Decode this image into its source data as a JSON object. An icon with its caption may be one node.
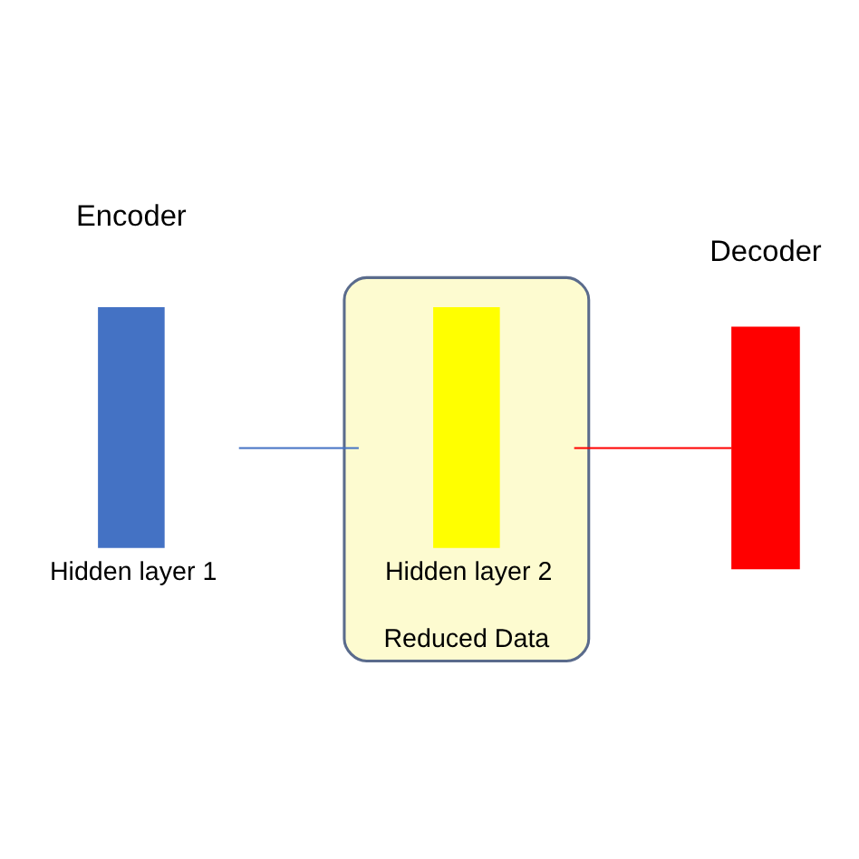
{
  "diagram": {
    "nodes": [
      {
        "text": [
          "Hidden layer 1"
        ]
      },
      {
        "text": [
          "Reduced Data"
        ]
      },
      {
        "text": [
          "Hidden layer 2"
        ],
        "in": 1
      },
      {
        "text": [],
        "shape": "bar"
      }
    ],
    "edges": [
      {
        "from": 0,
        "to": 2,
        "arrow": "none",
        "color": "#4472c4"
      },
      {
        "from": 2,
        "to": 3,
        "arrow": "none",
        "color": "#ff0000"
      }
    ],
    "labels": [
      "Encoder",
      "Decoder"
    ]
  }
}
